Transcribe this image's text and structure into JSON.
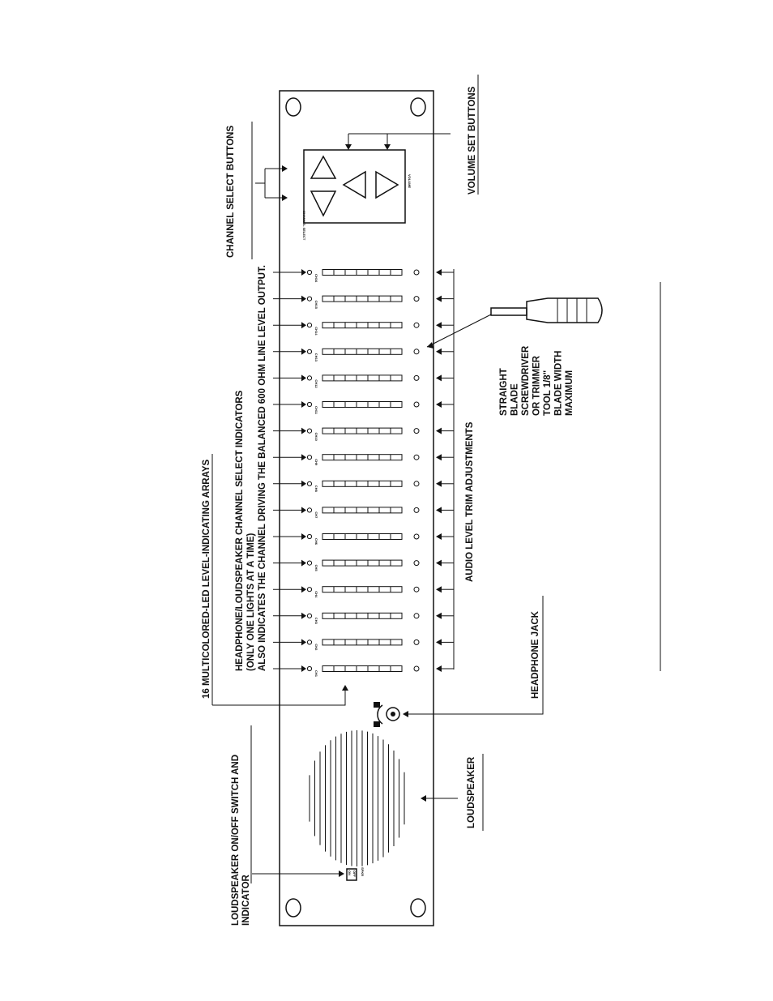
{
  "labels": {
    "loudspeaker_switch_line1": "LOUDSPEAKER ON/OFF SWITCH AND",
    "loudspeaker_switch_line2": "INDICATOR",
    "led_arrays": "16 MULTICOLORED-LED LEVEL-INDICATING ARRAYS",
    "select_indicators_line1": "HEADPHONE/LOUDSPEAKER CHANNEL SELECT INDICATORS",
    "select_indicators_line2": "(ONLY ONE LIGHTS AT A TIME)",
    "select_indicators_line3": "ALSO INDICATES THE CHANNEL DRIVING THE BALANCED 600 OHM LINE LEVEL OUTPUT.",
    "channel_select_buttons": "CHANNEL SELECT BUTTONS",
    "volume_set_buttons": "VOLUME SET BUTTONS",
    "loudspeaker": "LOUDSPEAKER",
    "headphone_jack": "HEADPHONE JACK",
    "audio_trim": "AUDIO LEVEL TRIM ADJUSTMENTS",
    "screwdriver": [
      "STRAIGHT",
      "BLADE",
      "SCREWDRIVER",
      "OR TRIMMER",
      "TOOL 1/8\"",
      "BLADE WIDTH",
      "MAXIMUM"
    ]
  },
  "panel": {
    "channel_select_label": "CHANNEL SELECT",
    "volume_label": "VOLUME",
    "switch_on": "ON",
    "switch_off": "OFF",
    "switch_spkr": "SPKR",
    "channels": [
      "CH1",
      "CH2",
      "CH3",
      "CH4",
      "CH5",
      "CH6",
      "CH7",
      "CH8",
      "CH9",
      "CH10",
      "CH11",
      "CH12",
      "CH13",
      "CH14",
      "CH15",
      "CH16"
    ]
  }
}
